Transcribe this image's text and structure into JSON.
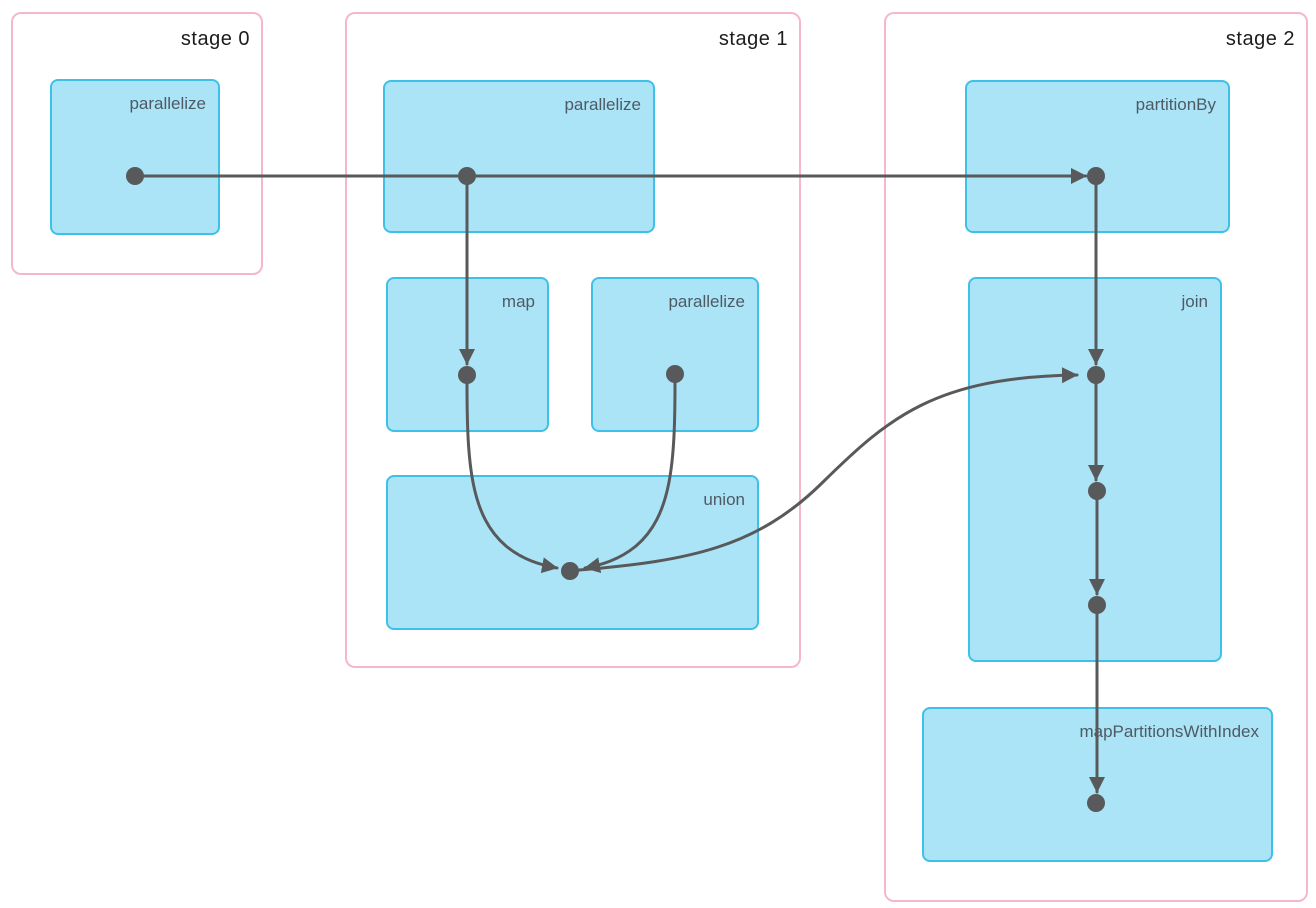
{
  "stages": [
    {
      "label": "stage 0",
      "ops": [
        {
          "label": "parallelize"
        }
      ]
    },
    {
      "label": "stage 1",
      "ops": [
        {
          "label": "parallelize"
        },
        {
          "label": "map"
        },
        {
          "label": "parallelize"
        },
        {
          "label": "union"
        }
      ]
    },
    {
      "label": "stage 2",
      "ops": [
        {
          "label": "partitionBy"
        },
        {
          "label": "join"
        },
        {
          "label": "mapPartitionsWithIndex"
        }
      ]
    }
  ],
  "edges": [
    {
      "from": "stage0.parallelize",
      "to": "stage2.partitionBy"
    },
    {
      "from": "stage1.parallelize",
      "to": "stage2.partitionBy"
    },
    {
      "from": "stage1.parallelize",
      "to": "stage1.map"
    },
    {
      "from": "stage1.map",
      "to": "stage1.union"
    },
    {
      "from": "stage1.parallelize.2",
      "to": "stage1.union"
    },
    {
      "from": "stage1.union",
      "to": "stage2.join"
    },
    {
      "from": "stage2.partitionBy",
      "to": "stage2.join"
    },
    {
      "from": "stage2.join.node1",
      "to": "stage2.join.node2"
    },
    {
      "from": "stage2.join.node2",
      "to": "stage2.join.node3"
    },
    {
      "from": "stage2.join",
      "to": "stage2.mapPartitionsWithIndex"
    }
  ],
  "colors": {
    "stage_border": "#f6b8c8",
    "stage_fill": "#ffffff",
    "op_fill": "#abe4f7",
    "op_border": "#3ec1e8",
    "edge_color": "#58595b",
    "op_label_color": "#4e5a63",
    "stage_label_color": "#1c1c1c"
  }
}
